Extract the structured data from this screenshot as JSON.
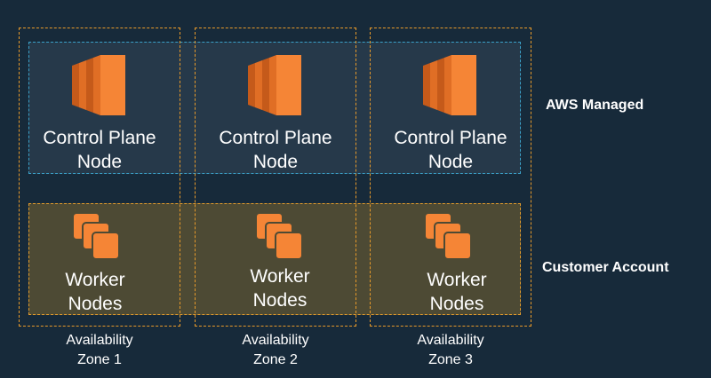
{
  "zones": [
    {
      "control_plane_label": "Control Plane\nNode",
      "worker_label": "Worker\nNodes",
      "zone_line1": "Availability",
      "zone_line2": "Zone 1"
    },
    {
      "control_plane_label": "Control Plane\nNode",
      "worker_label": "Worker\nNodes",
      "zone_line1": "Availability",
      "zone_line2": "Zone 2"
    },
    {
      "control_plane_label": "Control Plane\nNode",
      "worker_label": "Worker\nNodes",
      "zone_line1": "Availability",
      "zone_line2": "Zone 3"
    }
  ],
  "labels": {
    "aws_managed": "AWS Managed",
    "customer_account": "Customer Account"
  },
  "icons": {
    "control_plane": "ec2-instance-icon",
    "worker": "ec2-instances-icon"
  },
  "colors": {
    "background": "#172a3a",
    "control_plane_band": "#26394a",
    "control_plane_border": "#3aa1c9",
    "worker_band": "#4d4a34",
    "zone_border": "#e89a2a",
    "icon_orange": "#f58536"
  }
}
